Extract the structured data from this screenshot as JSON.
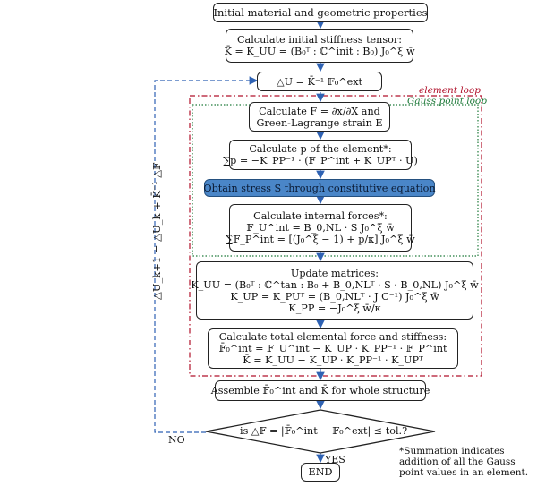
{
  "nodes": {
    "initial": [
      "Initial material and geometric properties"
    ],
    "stiffness": [
      "Calculate initial stiffness tensor:",
      "K̄ = K_UU = (B₀ᵀ : ℂ^init : B₀) J₀^ξ w̄"
    ],
    "delta_u": [
      "△U = K̄⁻¹ 𝔽₀^ext"
    ],
    "deformation": [
      "Calculate F = ∂x/∂X and",
      "Green-Lagrange strain E"
    ],
    "pressure": [
      "Calculate p of the element*:",
      "∑p = −K_PP⁻¹ · (𝔽_P^int + K_UPᵀ · U)"
    ],
    "stress": [
      "Obtain stress S through constitutive equation"
    ],
    "internal": [
      "Calculate internal forces*:",
      "𝔽_U^int = B_0,NL · S J₀^ξ w̄",
      "∑𝔽_P^int = [(J₀^ξ − 1) + p/κ] J₀^ξ w̄"
    ],
    "update": [
      "Update matrices:",
      "K_UU = (B₀ᵀ : ℂ^tan : B₀ + B_0,NLᵀ · S · B_0,NL) J₀^ξ w̄",
      "K_UP = K_PUᵀ = (B_0,NLᵀ · J C⁻¹) J₀^ξ w̄",
      "K_PP = −J₀^ξ w̄/κ"
    ],
    "total": [
      "Calculate total elemental force and stiffness:",
      "𝔽̄₀^int = 𝔽_U^int − K_UP · K_PP⁻¹ · 𝔽_P^int",
      "K̄ = K_UU − K_UP · K_PP⁻¹ · K_UPᵀ"
    ],
    "assemble": [
      "Assemble 𝔽̄₀^int and K̄ for whole structure"
    ],
    "check": [
      "is △𝔽 = |𝔽̄₀^int − 𝔽₀^ext| ≤ tol.?"
    ],
    "end": [
      "END"
    ]
  },
  "loops": {
    "element": "element loop",
    "gauss": "Gauss point loop"
  },
  "labels": {
    "no": "NO",
    "yes": "YES",
    "update_rule": "△U_k+1 = △U_k + K̄⁻¹ △𝔽",
    "footnote": [
      "*Summation indicates",
      "addition of all the Gauss",
      "point values in an element."
    ]
  },
  "colors": {
    "element_loop": "#b0102a",
    "gauss_loop": "#1f7a3a",
    "arrow": "#2f62b3",
    "stress_box": "#4a86c8"
  }
}
